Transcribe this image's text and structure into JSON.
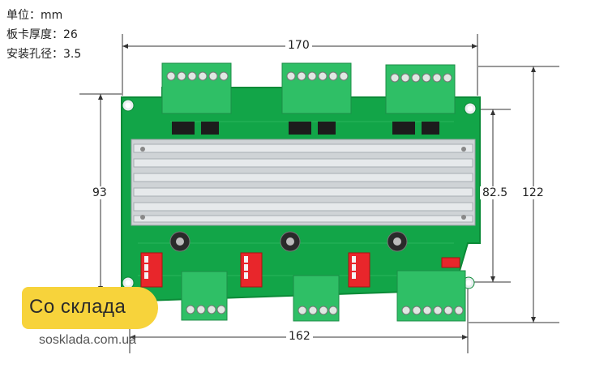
{
  "specs": {
    "unit": "单位：mm",
    "thickness": "板卡厚度：26",
    "hole": "安装孔径：3.5"
  },
  "dimensions": {
    "top_width": "170",
    "bottom_width": "162",
    "left_height": "93",
    "inner_height": "82.5",
    "outer_height": "122"
  },
  "watermark": {
    "badge": "Со склада",
    "site": "sosklada.com.ua"
  },
  "colors": {
    "pcb": "#12a548",
    "pcb_dark": "#0b8a37",
    "terminal": "#2fbf66",
    "heatsink": "#cfd3d6",
    "badge": "#f7d33b",
    "dip": "#e8262b"
  }
}
